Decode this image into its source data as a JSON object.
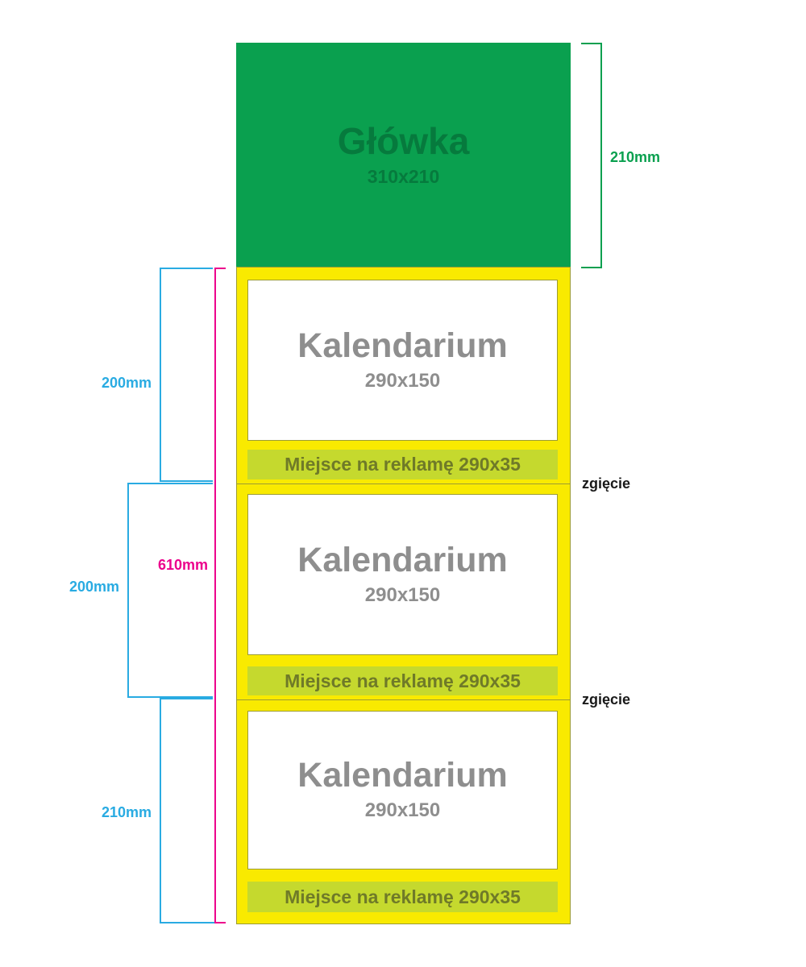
{
  "header_block": {
    "label": "Główka",
    "size_label": "310x210"
  },
  "calendar_sections": [
    {
      "label": "Kalendarium",
      "size_label": "290x150",
      "ad_label": "Miejsce na reklamę 290x35"
    },
    {
      "label": "Kalendarium",
      "size_label": "290x150",
      "ad_label": "Miejsce na reklamę 290x35"
    },
    {
      "label": "Kalendarium",
      "size_label": "290x150",
      "ad_label": "Miejsce na reklamę 290x35"
    }
  ],
  "dimensions": {
    "header_height": "210mm",
    "section1_height": "200mm",
    "section2_height": "200mm",
    "section3_height": "210mm",
    "total_height": "610mm"
  },
  "fold_labels": {
    "fold1": "zgięcie",
    "fold2": "zgięcie"
  },
  "colors": {
    "header_green": "#0aa04f",
    "header_text_green": "#067a3d",
    "body_yellow": "#f9ea00",
    "ad_strip_chartreuse": "#c5d92e",
    "ad_strip_text": "#6f7a28",
    "calendar_text_gray": "#8e8e8e",
    "dim_cyan": "#29abe2",
    "dim_magenta": "#ec008c",
    "dim_green": "#0aa04f",
    "outline_olive": "#9c9c33",
    "fold_label_black": "#1a1a1a"
  }
}
